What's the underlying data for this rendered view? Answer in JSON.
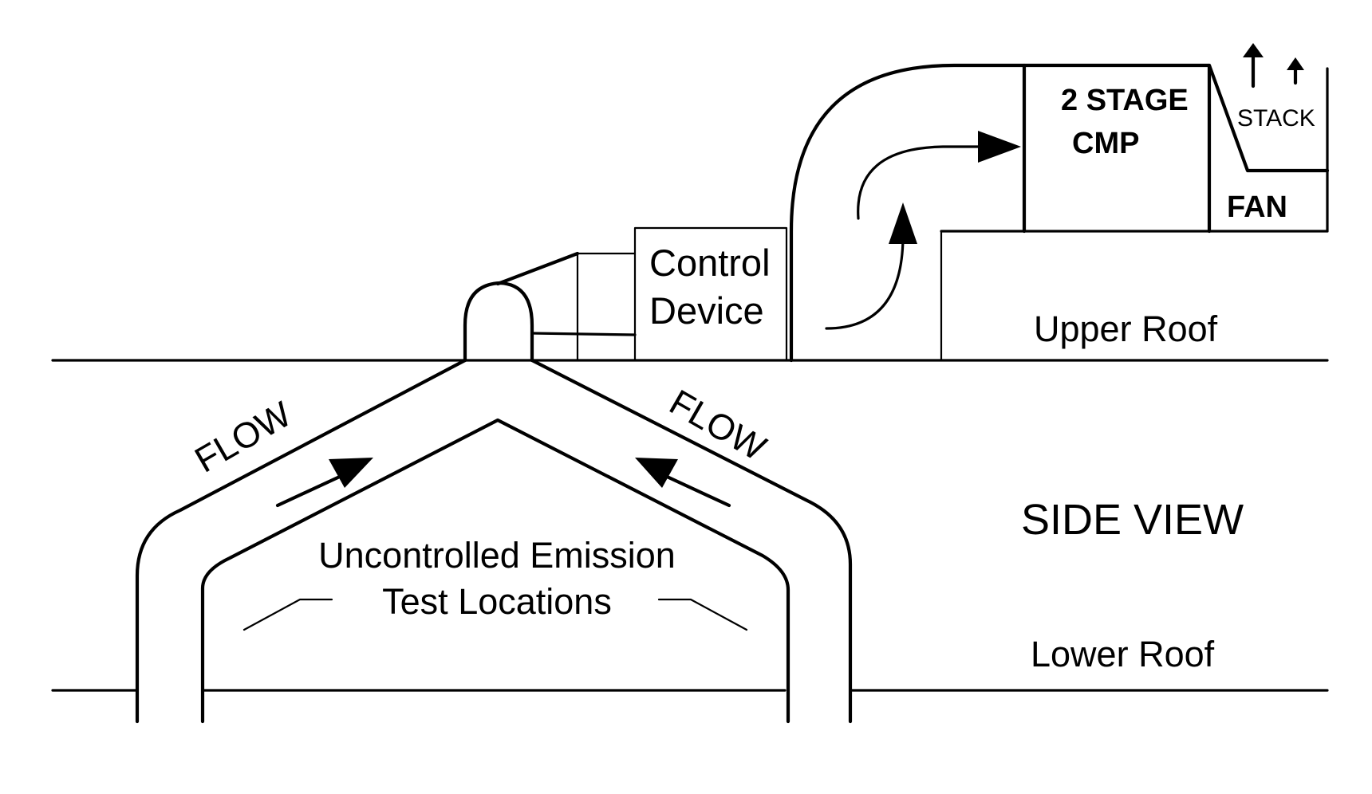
{
  "labels": {
    "control_device_line1": "Control",
    "control_device_line2": "Device",
    "compressor_line1": "2 STAGE",
    "compressor_line2": "CMP",
    "stack": "STACK",
    "fan": "FAN",
    "upper_roof": "Upper Roof",
    "lower_roof": "Lower Roof",
    "side_view": "SIDE VIEW",
    "flow_left": "FLOW",
    "flow_right": "FLOW",
    "emission_line1": "Uncontrolled Emission",
    "emission_line2": "Test Locations"
  }
}
